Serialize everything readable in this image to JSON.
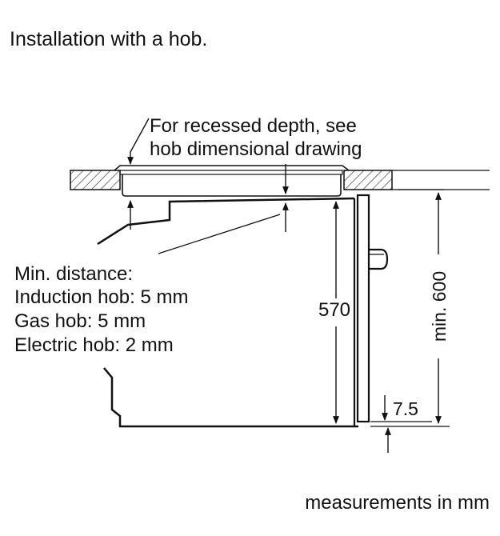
{
  "title": "Installation with a hob.",
  "recess_note": {
    "line1": "For recessed depth, see",
    "line2": "hob dimensional drawing"
  },
  "min_distance": {
    "heading": "Min. distance:",
    "items": [
      "Induction hob: 5 mm",
      "Gas hob: 5 mm",
      "Electric hob: 2 mm"
    ]
  },
  "dimensions": {
    "height": "570",
    "min_height": "min. 600",
    "bottom_gap": "7.5"
  },
  "footer": "measurements in mm",
  "colors": {
    "line": "#111111",
    "hatch": "#222222"
  }
}
